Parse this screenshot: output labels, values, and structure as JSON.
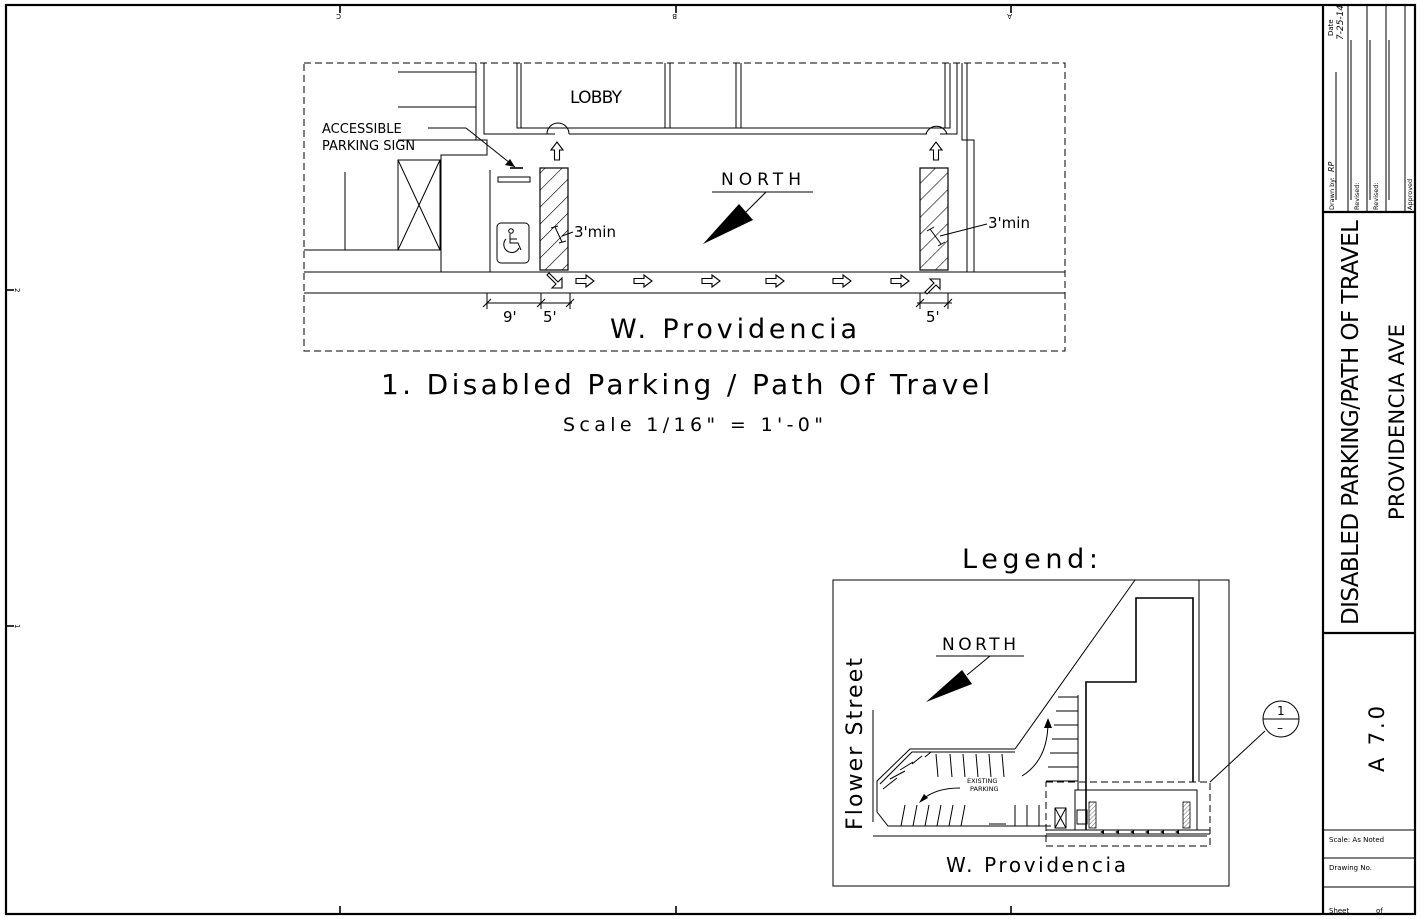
{
  "drawing": {
    "main_plan": {
      "lobby_label": "LOBBY",
      "sign_label_line1": "ACCESSIBLE",
      "sign_label_line2": "PARKING SIGN",
      "north_label": "NORTH",
      "min_label_left": "3'min",
      "min_label_right": "3'min",
      "dim_9": "9'",
      "dim_5_left": "5'",
      "dim_5_right": "5'",
      "street_label": "W. Providencia",
      "title": "1. Disabled Parking / Path Of Travel",
      "scale": "Scale 1/16\" = 1'-0\""
    },
    "legend": {
      "heading": "Legend:",
      "north_label": "NORTH",
      "side_street": "Flower Street",
      "parking_line1": "EXISTING",
      "parking_line2": "PARKING",
      "street_label": "W. Providencia",
      "callout_top": "1",
      "callout_bottom": "–"
    },
    "border": {
      "top_marks": [
        "C",
        "B",
        "A"
      ],
      "left_marks": [
        "2",
        "1"
      ]
    }
  },
  "title_block": {
    "date_label": "Date",
    "date_value": "7-25-14",
    "drawn_by_label": "Drawn by:",
    "drawn_by_value": "RP",
    "revised_label_1": "Revised:",
    "revised_label_2": "Revised:",
    "approved_label": "Approved",
    "sheet_title": "DISABLED PARKING/PATH OF TRAVEL",
    "project_name": "PROVIDENCIA AVE",
    "sheet_number": "A 7.0",
    "scale_label": "Scale: As Noted",
    "drawing_no_label": "Drawing No.",
    "sheet_label": "Sheet",
    "of_label": "of"
  }
}
